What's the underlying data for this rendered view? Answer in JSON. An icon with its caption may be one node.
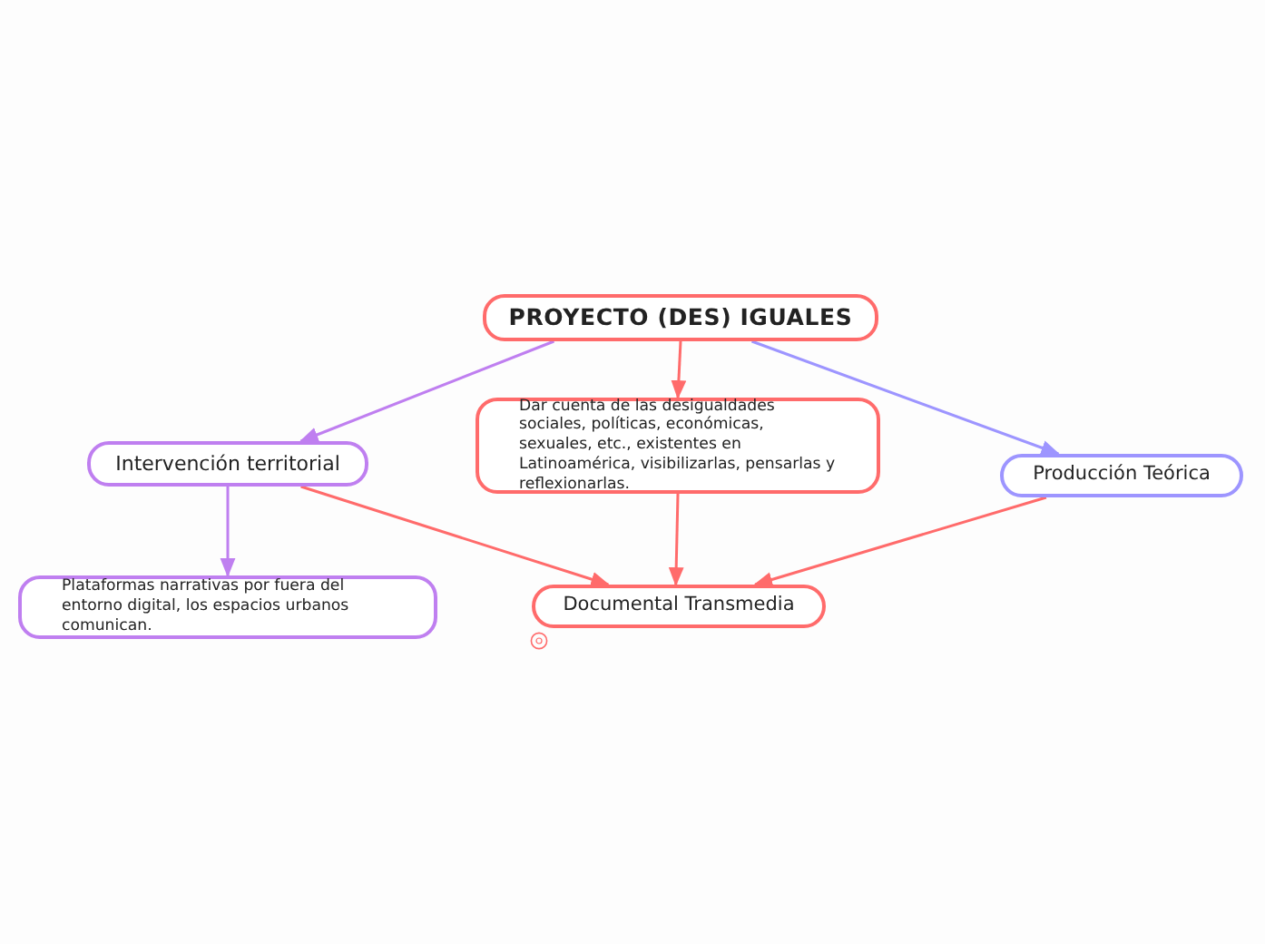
{
  "diagram": {
    "nodes": [
      {
        "text": [
          "PROYECTO (DES) IGUALES"
        ]
      },
      {
        "text": [
          "Intervención territorial"
        ]
      },
      {
        "text": [
          "Dar cuenta de las desigualdades sociales, políticas, económicas, sexuales, etc., existentes en Latinoamérica, visibilizarlas, pensarlas y reflexionarlas."
        ]
      },
      {
        "text": [
          "Producción Teórica"
        ]
      },
      {
        "text": [
          "Plataformas narrativas por fuera del entorno digital, los espacios urbanos comunican."
        ]
      },
      {
        "text": [
          "Documental Transmedia"
        ]
      }
    ],
    "edges": [
      {
        "from": 0,
        "to": 1,
        "arrow": "to",
        "color": "#bf7ff0"
      },
      {
        "from": 0,
        "to": 2,
        "arrow": "to"
      },
      {
        "from": 0,
        "to": 3,
        "arrow": "to",
        "color": "#9d95ff"
      },
      {
        "from": 1,
        "to": 4,
        "arrow": "to",
        "color": "#bf7ff0"
      },
      {
        "from": 1,
        "to": 5,
        "arrow": "to"
      },
      {
        "from": 2,
        "to": 5,
        "arrow": "to"
      },
      {
        "from": 3,
        "to": 5,
        "arrow": "to"
      }
    ]
  }
}
